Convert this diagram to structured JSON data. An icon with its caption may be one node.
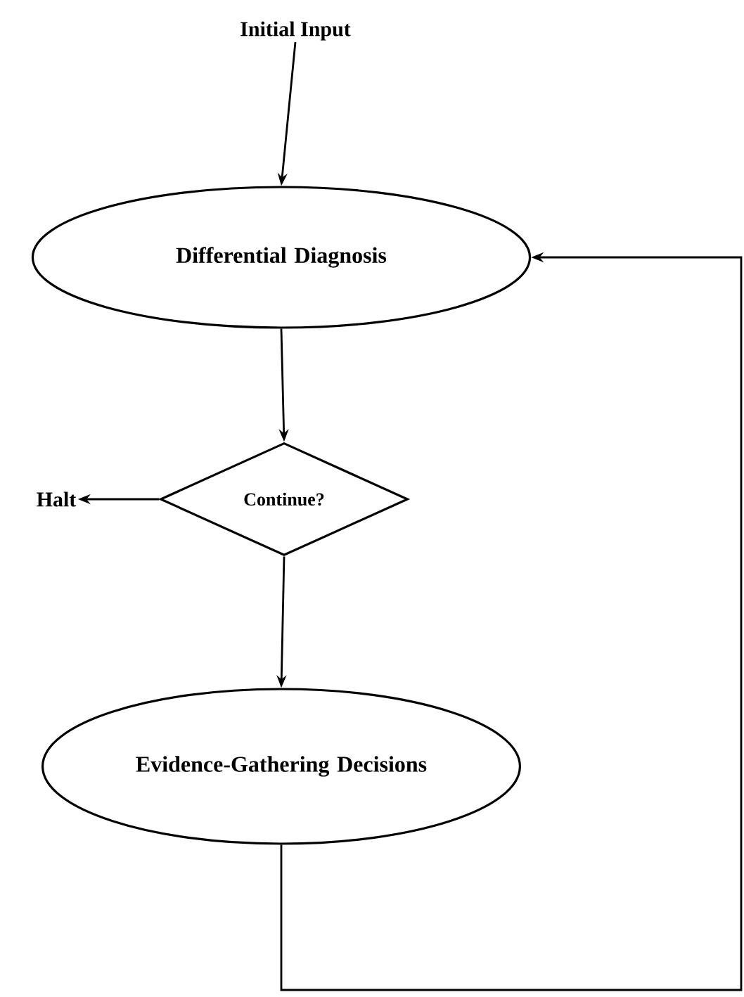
{
  "diagram": {
    "nodes": [
      {
        "text": [
          "Initial Input"
        ]
      },
      {
        "text": [
          "Differential Diagnosis"
        ]
      },
      {
        "text": [
          "Continue?"
        ]
      },
      {
        "text": [
          "Halt"
        ]
      },
      {
        "text": [
          "Evidence-Gathering Decisions"
        ]
      }
    ],
    "edges": [
      {
        "from": 0,
        "to": 1,
        "arrow": "to"
      },
      {
        "from": 1,
        "to": 2,
        "arrow": "to"
      },
      {
        "from": 2,
        "to": 3,
        "arrow": "to"
      },
      {
        "from": 2,
        "to": 4,
        "arrow": "to"
      },
      {
        "from": 4,
        "to": 1,
        "arrow": "to"
      }
    ]
  }
}
